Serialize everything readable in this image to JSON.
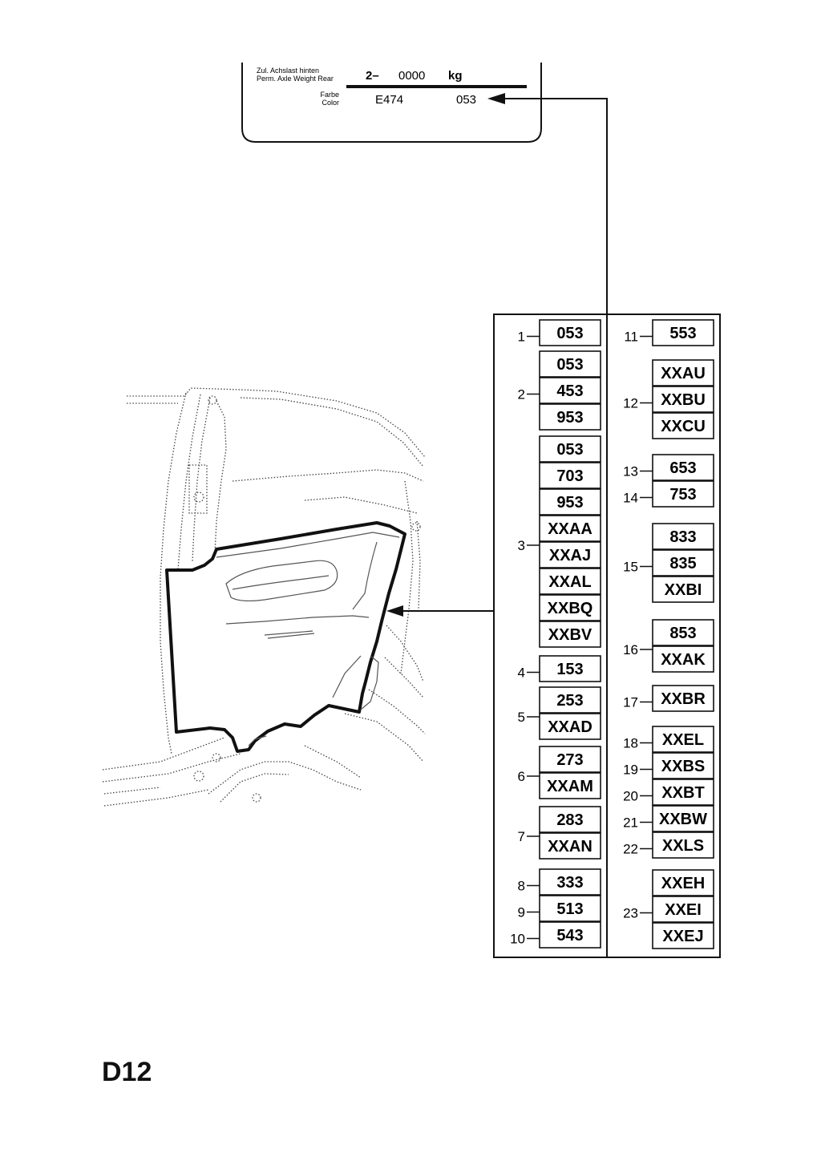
{
  "placard": {
    "axle_label_de": "Zul. Achslast hinten",
    "axle_label_en": "Perm. Axle Weight Rear",
    "axle_prefix": "2–",
    "axle_value": "0000",
    "axle_unit": "kg",
    "color_label_de": "Farbe",
    "color_label_en": "Color",
    "paint_code": "E474",
    "color_code": "053"
  },
  "left_column": [
    {
      "number": "1",
      "codes": [
        "053"
      ]
    },
    {
      "number": "2",
      "codes": [
        "053",
        "453",
        "953"
      ]
    },
    {
      "number": "3",
      "codes": [
        "053",
        "703",
        "953",
        "XXAA",
        "XXAJ",
        "XXAL",
        "XXBQ",
        "XXBV"
      ]
    },
    {
      "number": "4",
      "codes": [
        "153"
      ]
    },
    {
      "number": "5",
      "codes": [
        "253",
        "XXAD"
      ]
    },
    {
      "number": "6",
      "codes": [
        "273",
        "XXAM"
      ]
    },
    {
      "number": "7",
      "codes": [
        "283",
        "XXAN"
      ]
    },
    {
      "number": "8",
      "codes": [
        "333"
      ]
    },
    {
      "number": "9",
      "codes": [
        "513"
      ]
    },
    {
      "number": "10",
      "codes": [
        "543"
      ]
    }
  ],
  "right_column": [
    {
      "number": "11",
      "codes": [
        "553"
      ]
    },
    {
      "number": "12",
      "codes": [
        "XXAU",
        "XXBU",
        "XXCU"
      ]
    },
    {
      "number": "13",
      "codes": [
        "653"
      ]
    },
    {
      "number": "14",
      "codes": [
        "753"
      ]
    },
    {
      "number": "15",
      "codes": [
        "833",
        "835",
        "XXBI"
      ]
    },
    {
      "number": "16",
      "codes": [
        "853",
        "XXAK"
      ]
    },
    {
      "number": "17",
      "codes": [
        "XXBR"
      ]
    },
    {
      "number": "18",
      "codes": [
        "XXEL"
      ]
    },
    {
      "number": "19",
      "codes": [
        "XXBS"
      ]
    },
    {
      "number": "20",
      "codes": [
        "XXBT"
      ]
    },
    {
      "number": "21",
      "codes": [
        "XXBW"
      ]
    },
    {
      "number": "22",
      "codes": [
        "XXLS"
      ]
    },
    {
      "number": "23",
      "codes": [
        "XXEH",
        "XXEI",
        "XXEJ"
      ]
    }
  ],
  "page_code": "D12"
}
